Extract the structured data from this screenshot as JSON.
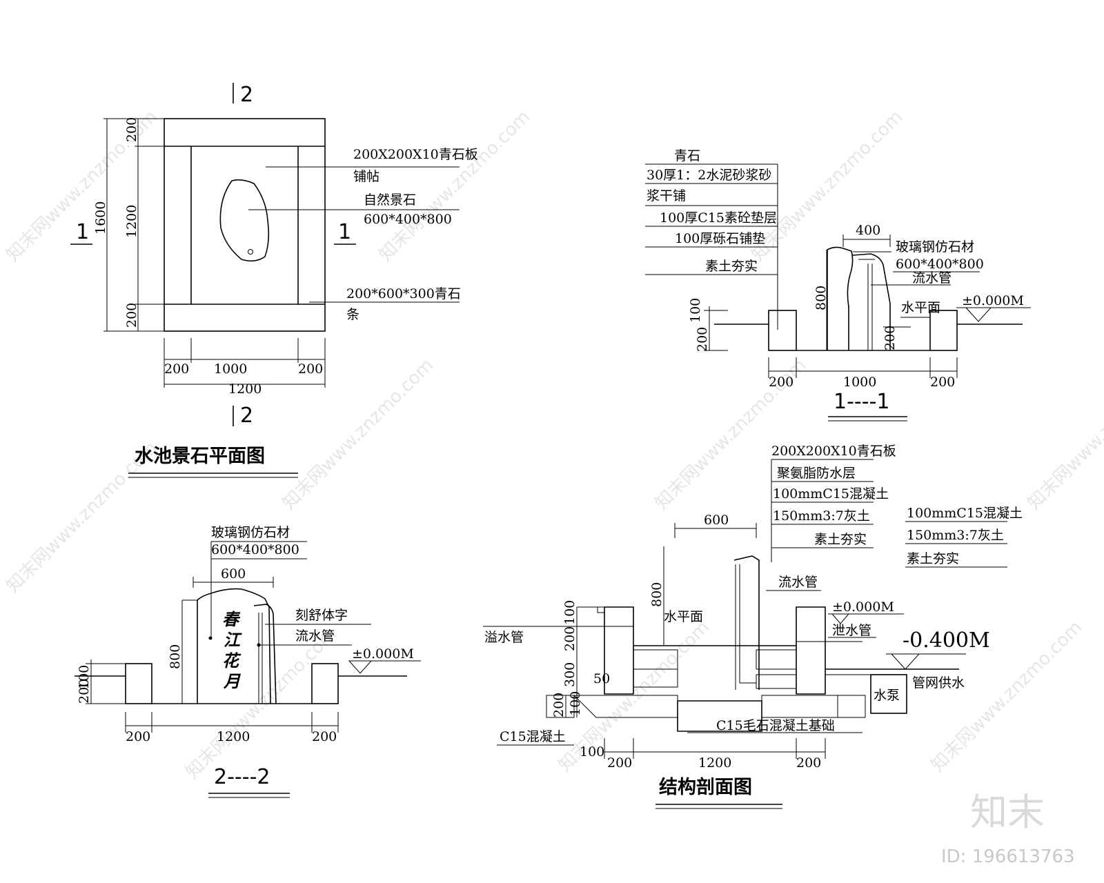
{
  "plan": {
    "title": "水池景石平面图",
    "section_mark": "2",
    "section_mark_side": "1",
    "label_paving": "200X200X10青石板",
    "label_paving_2": "铺帖",
    "label_stone": "自然景石",
    "label_stone_size": "600*400*800",
    "label_curb": "200*600*300青石",
    "label_curb_2": "条",
    "dim_200": "200",
    "dim_1000": "1000",
    "dim_1200": "1200",
    "dim_1600": "1600"
  },
  "section11": {
    "title": "1----1",
    "layers": [
      "青石",
      "30厚1：2水泥砂浆砂",
      "浆干铺",
      "100厚C15素砼垫层",
      "100厚砾石铺垫",
      "素土夯实"
    ],
    "label_frp": "玻璃钢仿石材",
    "label_frp_size": "600*400*800",
    "label_pipe": "流水管",
    "label_water": "水平面",
    "elevation": "±0.000M",
    "dim_400": "400",
    "dim_800": "800",
    "dim_100": "100",
    "dim_200": "200",
    "dim_1000": "1000"
  },
  "section22": {
    "title": "2----2",
    "label_frp": "玻璃钢仿石材",
    "label_frp_size": "600*400*800",
    "label_font": "刻舒体字",
    "label_pipe": "流水管",
    "elevation": "±0.000M",
    "carved_chars": [
      "春",
      "江",
      "花",
      "月"
    ],
    "dim_600": "600",
    "dim_800": "800",
    "dim_200": "200",
    "dim_100": "100",
    "dim_1200": "1200"
  },
  "structure": {
    "title": "结构剖面图",
    "layers_left": [
      "200X200X10青石板",
      "聚氨脂防水层",
      "100mmC15混凝土",
      "150mm3:7灰土",
      "素土夯实"
    ],
    "layers_right": [
      "100mmC15混凝土",
      "150mm3:7灰土",
      "素土夯实"
    ],
    "label_pipe": "流水管",
    "label_overflow": "溢水管",
    "label_water": "水平面",
    "label_drain": "泄水管",
    "label_pump": "水泵",
    "label_supply": "管网供水",
    "label_c15": "C15混凝土",
    "label_base": "C15毛石混凝土基础",
    "elevation_0": "±0.000M",
    "elevation_neg": "-0.400M",
    "dim_600": "600",
    "dim_800": "800",
    "dim_100": "100",
    "dim_200": "200",
    "dim_300": "300",
    "dim_50": "50",
    "dim_1200": "1200"
  },
  "brand": {
    "logo": "知末",
    "id": "ID: 196613763",
    "watermark": "知末网www.znzmo.com"
  }
}
